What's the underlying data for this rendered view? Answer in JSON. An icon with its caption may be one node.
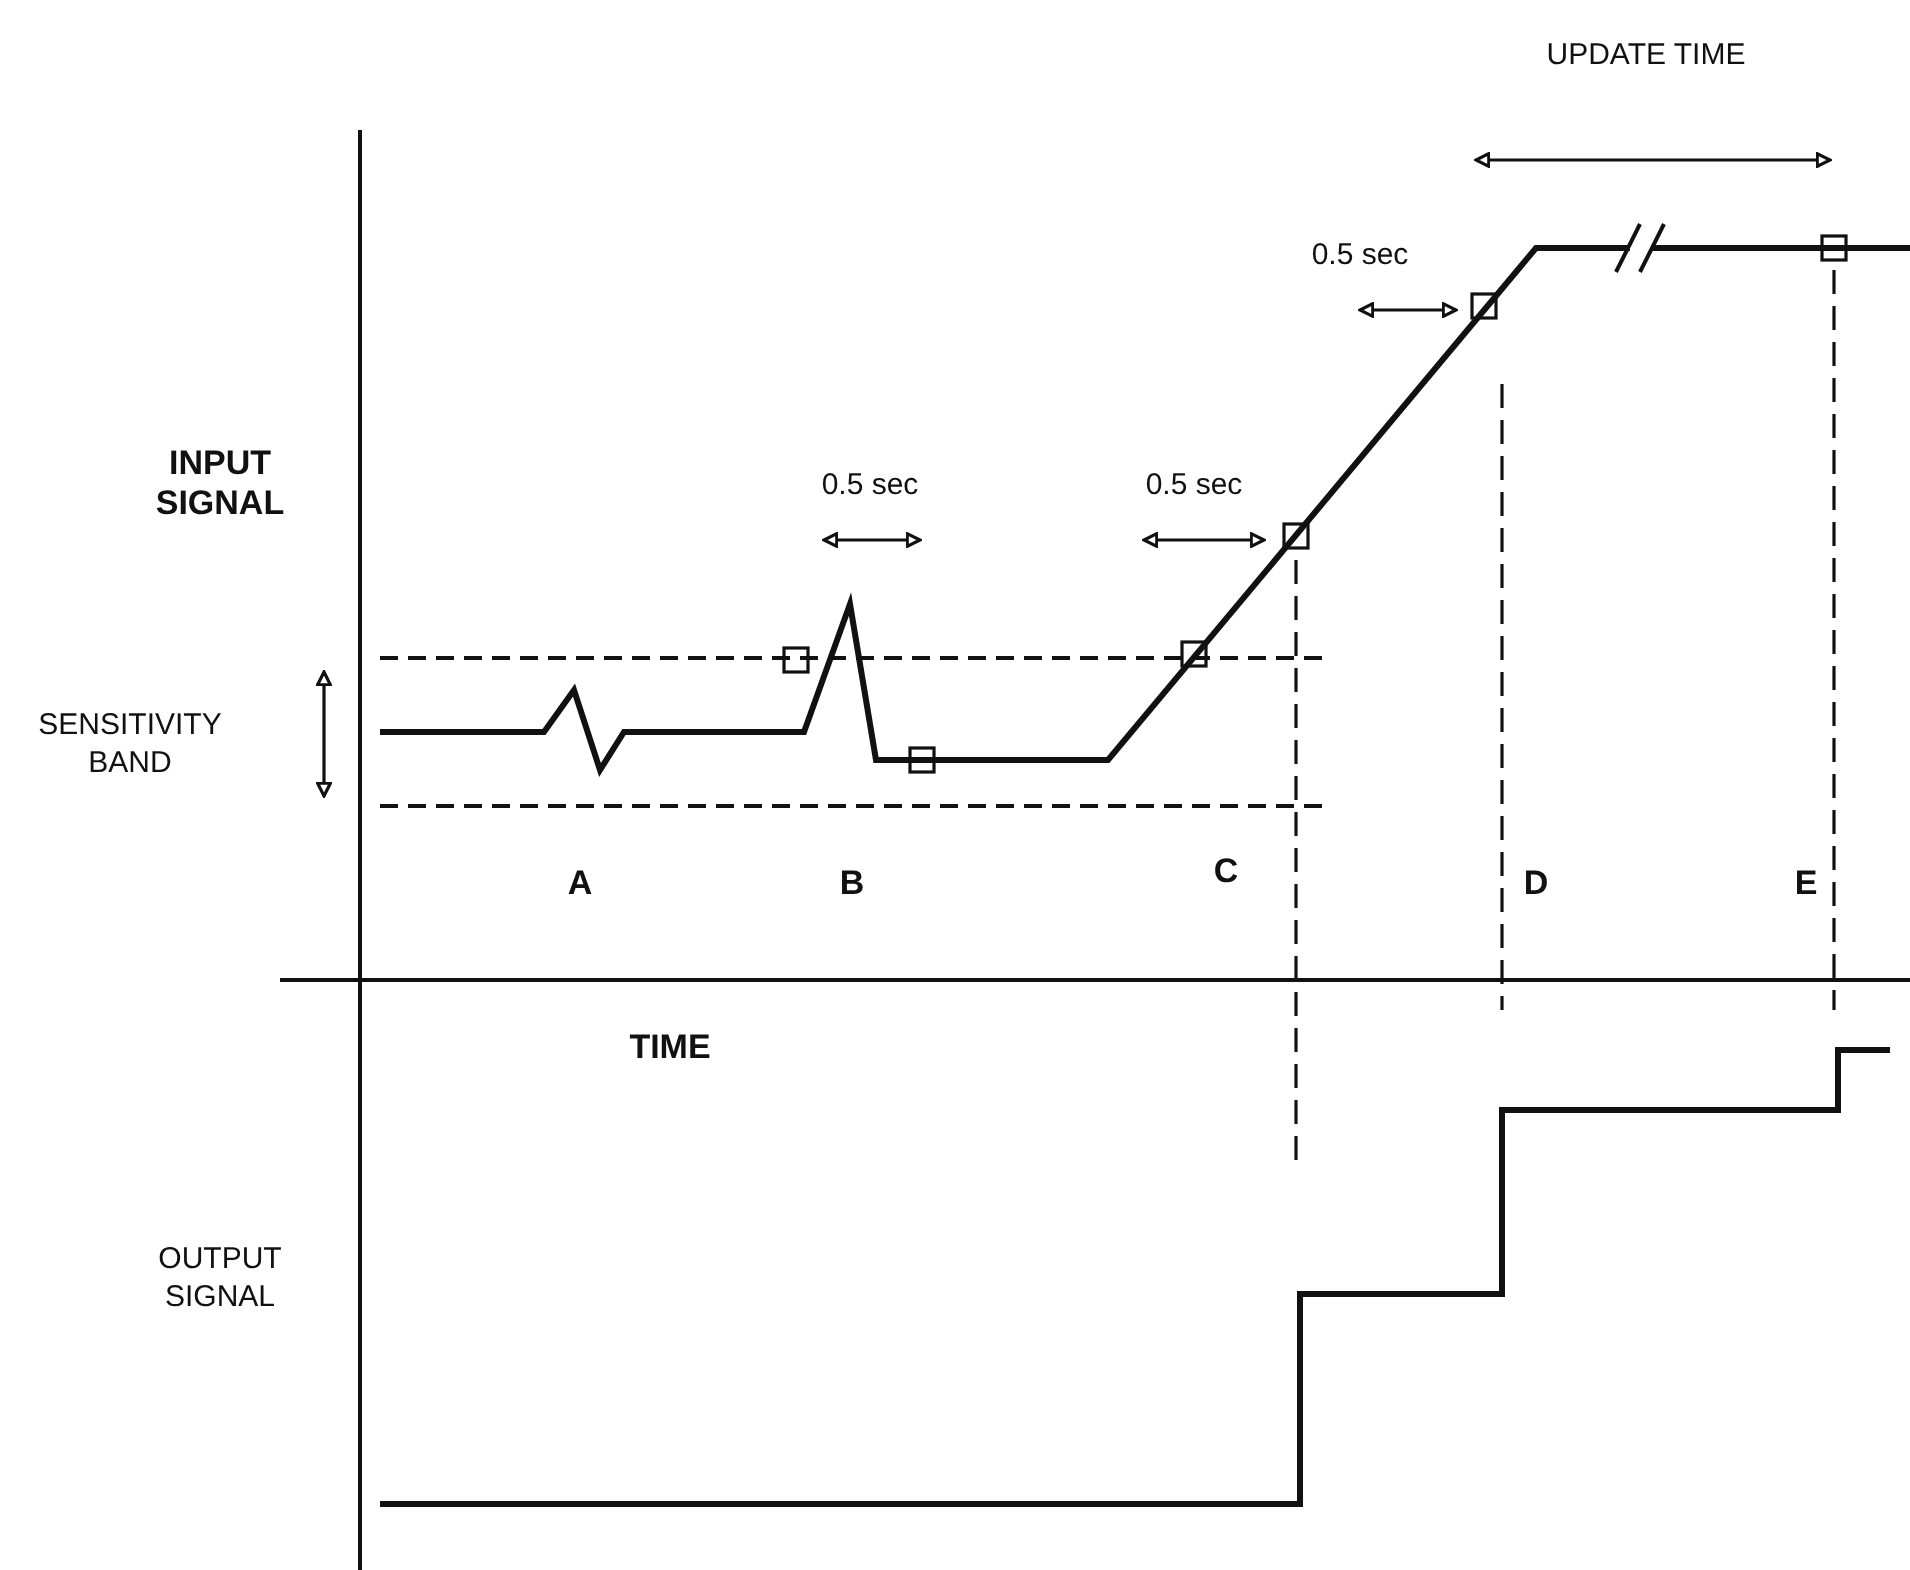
{
  "diagram": {
    "labels": [
      "UPDATE TIME",
      "0.5 sec",
      "INPUT SIGNAL",
      "0.5 sec",
      "0.5 sec",
      "SENSITIVITY BAND",
      "A",
      "B",
      "C",
      "D",
      "E",
      "TIME",
      "OUTPUT SIGNAL"
    ]
  }
}
